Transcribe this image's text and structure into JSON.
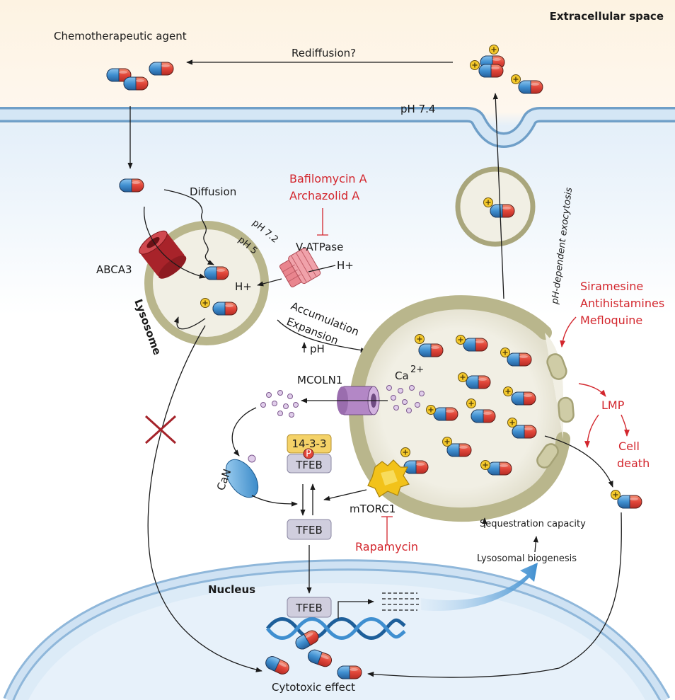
{
  "labels": {
    "extracellular": "Extracellular space",
    "chemo": "Chemotherapeutic agent",
    "rediffusion": "Rediffusion?",
    "ph_outside": "pH 7.4",
    "diffusion": "Diffusion",
    "abca3": "ABCA3",
    "lysosome": "Lysosome",
    "ph_cyto": "pH 7.2",
    "ph_lyso": "pH 5",
    "vatpase": "V-ATPase",
    "hplus_out": "H+",
    "hplus_in": "H+",
    "accumulation": "Accumulation",
    "expansion": "Expansion",
    "ph_up": "pH",
    "exocytosis": "pH-dependent exocytosis",
    "mcoln1": "MCOLN1",
    "ca": "Ca",
    "ca_sup": "2+",
    "can": "CaN",
    "protein_1433": "14-3-3",
    "phospho": "P",
    "tfeb_top": "TFEB",
    "tfeb_mid": "TFEB",
    "tfeb_nuc": "TFEB",
    "mtorc1": "mTORC1",
    "sequestration": "Sequestration capacity",
    "biogenesis": "Lysosomal biogenesis",
    "nucleus": "Nucleus",
    "cytotoxic": "Cytotoxic effect"
  },
  "inhibitors": {
    "bafilomycin": "Bafilomycin A",
    "archazolid": "Archazolid A",
    "siramesine": "Siramesine",
    "antihistamines": "Antihistamines",
    "mefloquine": "Mefloquine",
    "rapamycin": "Rapamycin",
    "lmp": "LMP",
    "cell": "Cell",
    "death": "death"
  },
  "colors": {
    "capsule_red": "#e2463a",
    "capsule_blue": "#3f8fd0",
    "membrane_blue": "#9cc4e4",
    "lysosome_fill": "#ece9dc",
    "lysosome_edge": "#b9b68c",
    "inhibitor_red": "#d3262d",
    "charge_yellow": "#f5c92c"
  }
}
